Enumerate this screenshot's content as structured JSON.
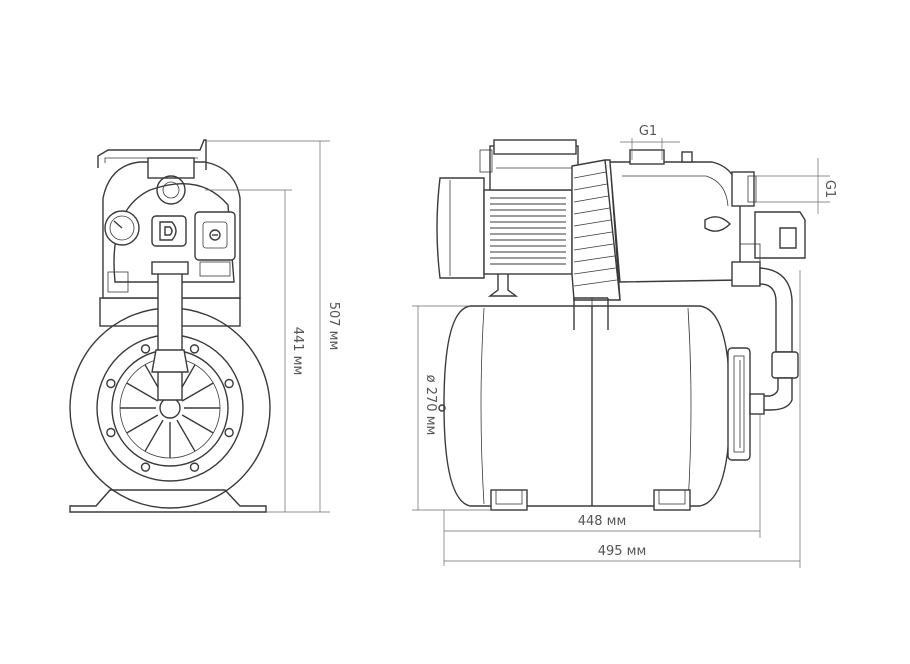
{
  "dimensions": {
    "total_height": "507 мм",
    "motor_axis_height": "441 мм",
    "tank_diameter": "ø 270 мм",
    "tank_length": "448 мм",
    "total_length": "495 мм",
    "outlet_thread": "G1",
    "inlet_thread": "G1"
  },
  "colors": {
    "line": "#3a3a3a",
    "dimension_line": "#6a6a6a",
    "dimension_text": "#555555",
    "background": "#ffffff"
  }
}
